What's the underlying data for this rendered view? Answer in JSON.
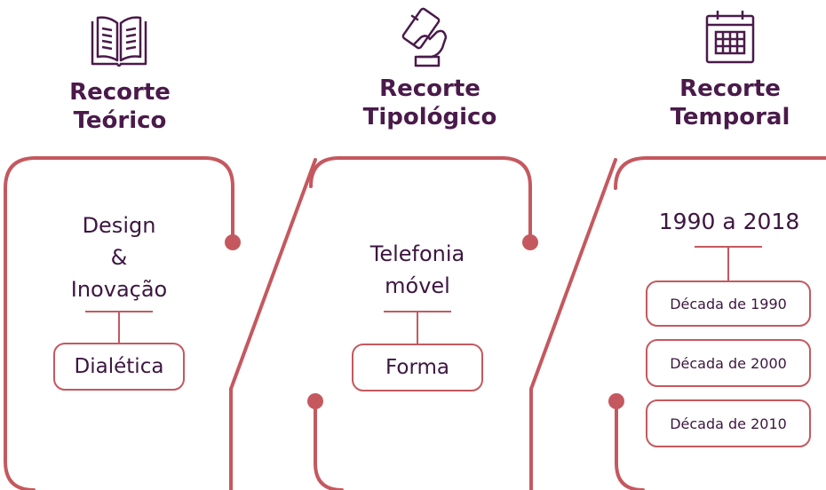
{
  "colors": {
    "accent": "#c5585f",
    "heading": "#4a1a4a",
    "text": "#3d1640"
  },
  "columns": [
    {
      "icon": "open-book-icon",
      "heading_line1": "Recorte",
      "heading_line2": "Teórico",
      "main_line1": "Design",
      "main_line2": "&",
      "main_line3": "Inovação",
      "items": [
        "Dialética"
      ]
    },
    {
      "icon": "hand-holding-phone-icon",
      "heading_line1": "Recorte",
      "heading_line2": "Tipológico",
      "main_line1": "Telefonia",
      "main_line2": "móvel",
      "items": [
        "Forma"
      ]
    },
    {
      "icon": "calendar-icon",
      "heading_line1": "Recorte",
      "heading_line2": "Temporal",
      "main_line1": "1990 a 2018",
      "items": [
        "Década de 1990",
        "Década de 2000",
        "Década de 2010"
      ]
    }
  ]
}
